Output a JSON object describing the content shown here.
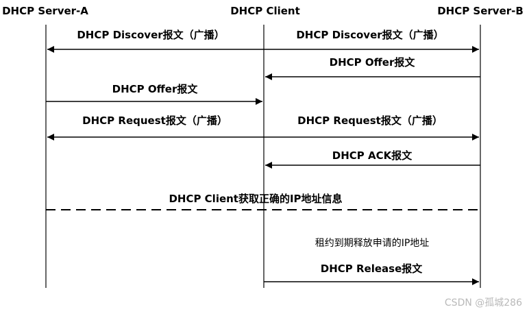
{
  "participants": {
    "server_a": "DHCP Server-A",
    "client": "DHCP Client",
    "server_b": "DHCP Server-B"
  },
  "messages": {
    "discover_left": "DHCP Discover报文（广播）",
    "discover_right": "DHCP Discover报文（广播）",
    "offer_b": "DHCP Offer报文",
    "offer_a": "DHCP Offer报文",
    "request_left": "DHCP Request报文（广播）",
    "request_right": "DHCP Request报文（广播）",
    "ack": "DHCP ACK报文",
    "obtained_ip": "DHCP Client获取正确的IP地址信息",
    "lease_expire": "租约到期释放申请的IP地址",
    "release": "DHCP Release报文"
  },
  "watermark": "CSDN @孤城286",
  "colors": {
    "line": "#000000",
    "watermark": "#b9b9b9"
  }
}
